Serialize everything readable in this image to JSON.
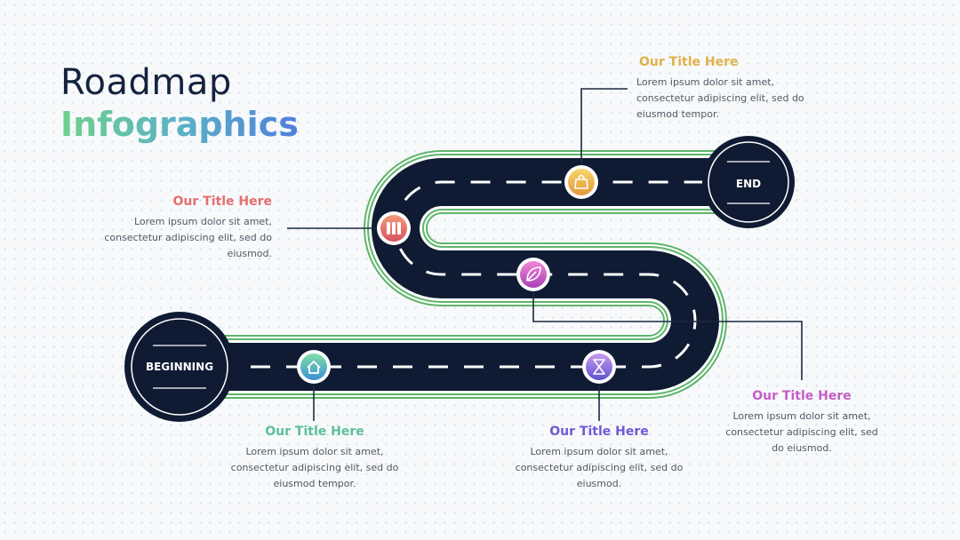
{
  "heading": {
    "line1": "Roadmap",
    "line2": "Infographics"
  },
  "start_label": "BEGINNING",
  "end_label": "END",
  "milestones": [
    {
      "title": "Our Title Here",
      "body": "Lorem ipsum dolor sit amet, consectetur adipiscing elit, sed do eiusmod tempor.",
      "color": "#5cbf9c",
      "icon": "home-icon"
    },
    {
      "title": "Our Title Here",
      "body": "Lorem ipsum dolor sit amet, consectetur adipiscing elit, sed do eiusmod.",
      "color": "#e46f6f",
      "icon": "book-icon"
    },
    {
      "title": "Our Title Here",
      "body": "Lorem ipsum dolor sit amet, consectetur adipiscing elit, sed do eiusmod.",
      "color": "#c35fc4",
      "icon": "leaf-icon"
    },
    {
      "title": "Our Title Here",
      "body": "Lorem ipsum dolor sit amet, consectetur adipiscing elit, sed do eiusmod.",
      "color": "#6f5ad6",
      "icon": "hourglass-icon"
    },
    {
      "title": "Our Title Here",
      "body": "Lorem ipsum dolor sit amet, consectetur adipiscing elit, sed do eiusmod tempor.",
      "color": "#e0b24a",
      "icon": "bag-icon"
    }
  ]
}
